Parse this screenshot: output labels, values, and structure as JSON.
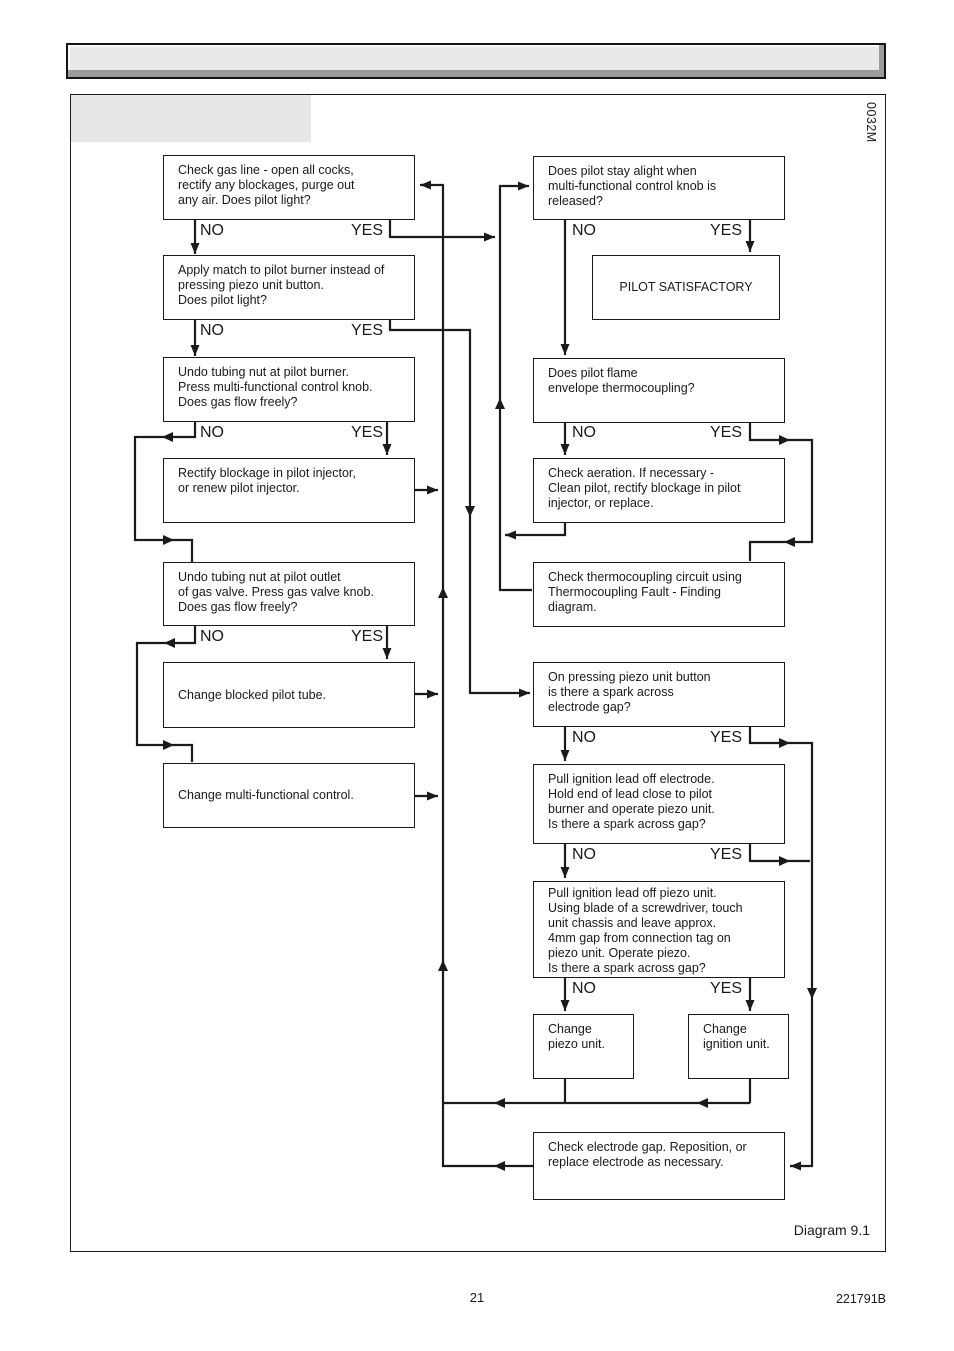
{
  "side_code": "0032M",
  "diagram_label": "Diagram  9.1",
  "page_number": "21",
  "doc_code": "221791B",
  "labels": {
    "no": "NO",
    "yes": "YES"
  },
  "boxes": {
    "check_gas_line": "Check gas line - open all cocks,\nrectify any blockages, purge out\nany air. Does pilot light?",
    "apply_match": "Apply match to pilot burner instead of\npressing piezo unit button.\nDoes pilot light?",
    "undo_nut_pilot_burner": "Undo tubing nut at pilot burner.\nPress multi-functional control knob.\nDoes gas flow freely?",
    "rectify_blockage": "Rectify blockage in pilot injector,\nor renew pilot injector.",
    "undo_nut_pilot_outlet": "Undo tubing nut at pilot outlet\nof gas valve. Press gas valve knob.\nDoes gas flow freely?",
    "change_pilot_tube": "Change blocked pilot tube.",
    "change_multifunctional": "Change multi-functional control.",
    "pilot_stay_alight": "Does pilot stay alight when\nmulti-functional control knob is\nreleased?",
    "pilot_satisfactory": "PILOT SATISFACTORY",
    "flame_envelope": "Does pilot flame\nenvelope thermocoupling?",
    "check_aeration": "Check aeration. If necessary -\nClean pilot, rectify blockage in pilot\ninjector, or replace.",
    "check_thermocoupling": "Check thermocoupling circuit using\nThermocoupling Fault - Finding\ndiagram.",
    "spark_electrode": "On pressing piezo unit button\nis there a spark across\nelectrode gap?",
    "lead_off_electrode": "Pull ignition lead off electrode.\nHold end of lead close to pilot\nburner and operate piezo unit.\nIs there a spark across gap?",
    "lead_off_piezo": "Pull ignition lead off piezo unit.\nUsing blade of a screwdriver, touch\nunit chassis and leave approx.\n4mm gap from connection tag on\npiezo unit. Operate piezo.\nIs there a spark across gap?",
    "change_piezo": "Change\npiezo unit.",
    "change_ignition": "Change\nignition unit.",
    "check_electrode_gap": "Check electrode gap. Reposition, or\nreplace electrode as necessary."
  }
}
